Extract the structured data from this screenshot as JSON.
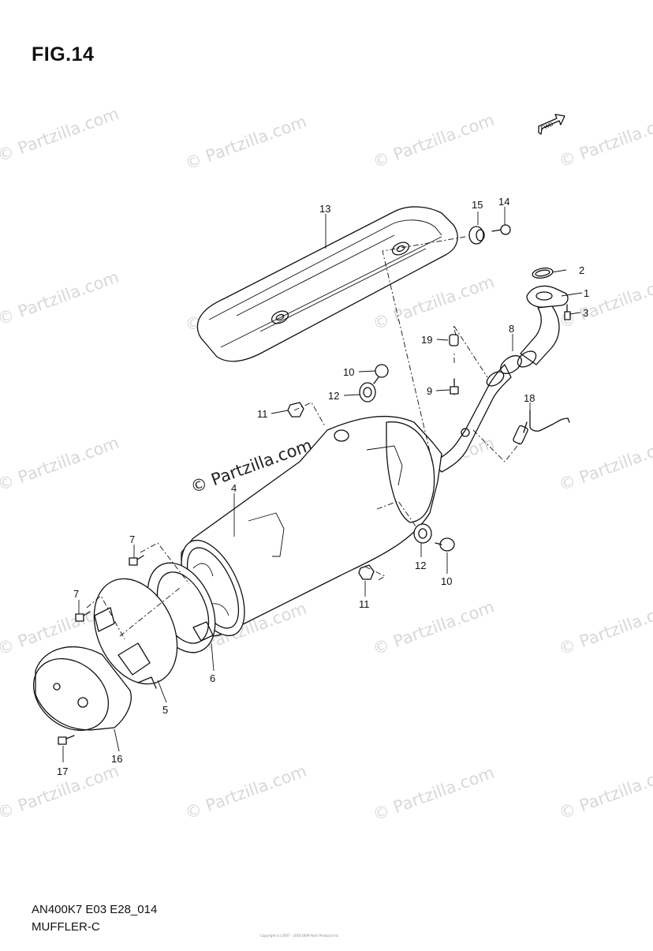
{
  "figure": {
    "title": "FIG.14",
    "model_code": "AN400K7 E03 E28_014",
    "section_name": "MUFFLER-C",
    "fwd_label": "FWD",
    "copyright_small": "Copyright (c) 2007 - 2016 OEM Parts Products Inc."
  },
  "watermark": {
    "repeat_text": "© Partzilla.com",
    "center_text": "© Partzilla.com"
  },
  "callouts": {
    "c1": "1",
    "c2": "2",
    "c3": "3",
    "c4": "4",
    "c5": "5",
    "c6": "6",
    "c7a": "7",
    "c7b": "7",
    "c8": "8",
    "c9": "9",
    "c10a": "10",
    "c10b": "10",
    "c11a": "11",
    "c11b": "11",
    "c12a": "12",
    "c12b": "12",
    "c13": "13",
    "c14": "14",
    "c15": "15",
    "c16": "16",
    "c17": "17",
    "c18": "18",
    "c19": "19"
  }
}
